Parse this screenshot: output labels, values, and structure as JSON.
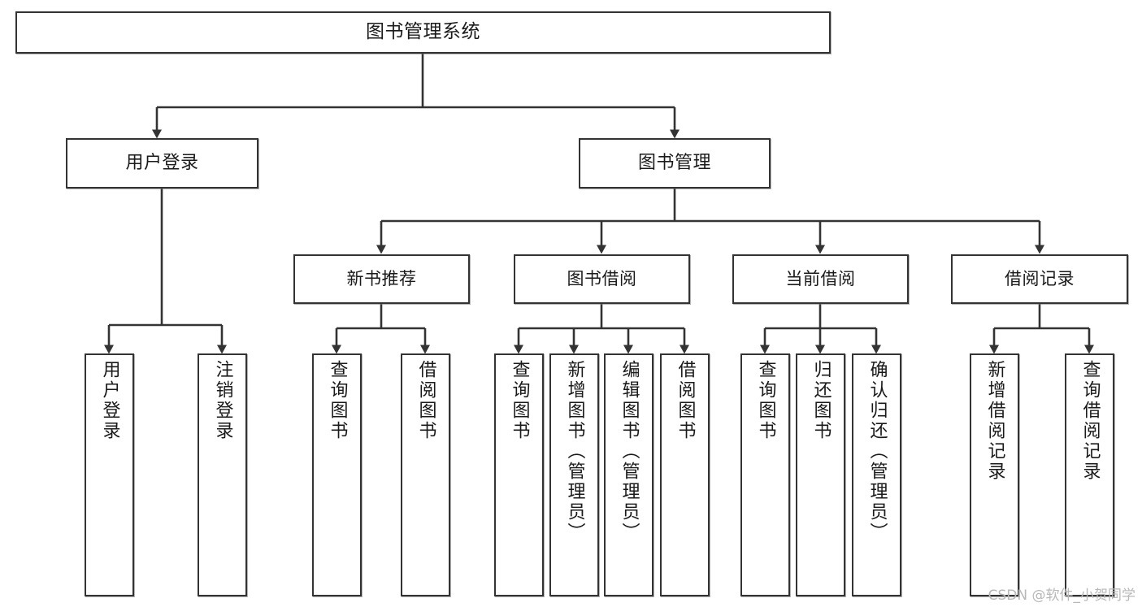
{
  "diagram": {
    "title": "图书管理系统",
    "type": "tree-hierarchy",
    "watermark": "CSDN @软件_小贺同学",
    "colors": {
      "box_border": "#333333",
      "box_fill": "#ffffff",
      "edge": "#333333",
      "text": "#1a1a1a",
      "watermark": "#b8b8b8"
    },
    "root": {
      "label": "图书管理系统"
    },
    "level1": [
      {
        "id": "user-login",
        "label": "用户登录"
      },
      {
        "id": "book-management",
        "label": "图书管理"
      }
    ],
    "level2": [
      {
        "id": "new-book-recommend",
        "label": "新书推荐",
        "parent": "book-management"
      },
      {
        "id": "book-borrow",
        "label": "图书借阅",
        "parent": "book-management"
      },
      {
        "id": "current-borrow",
        "label": "当前借阅",
        "parent": "book-management"
      },
      {
        "id": "borrow-record",
        "label": "借阅记录",
        "parent": "book-management"
      }
    ],
    "leaves": {
      "user-login": [
        {
          "id": "leaf-user-login",
          "label": "用户登录"
        },
        {
          "id": "leaf-logout-login",
          "label": "注销登录"
        }
      ],
      "new-book-recommend": [
        {
          "id": "leaf-query-book-1",
          "label": "查询图书"
        },
        {
          "id": "leaf-borrow-book-1",
          "label": "借阅图书"
        }
      ],
      "book-borrow": [
        {
          "id": "leaf-query-book-2",
          "label": "查询图书"
        },
        {
          "id": "leaf-add-book",
          "label": "新增图书（管理员）"
        },
        {
          "id": "leaf-edit-book",
          "label": "编辑图书（管理员）"
        },
        {
          "id": "leaf-borrow-book-2",
          "label": "借阅图书"
        }
      ],
      "current-borrow": [
        {
          "id": "leaf-query-book-3",
          "label": "查询图书"
        },
        {
          "id": "leaf-return-book",
          "label": "归还图书"
        },
        {
          "id": "leaf-confirm-return",
          "label": "确认归还（管理员）"
        }
      ],
      "borrow-record": [
        {
          "id": "leaf-add-record",
          "label": "新增借阅记录"
        },
        {
          "id": "leaf-query-record",
          "label": "查询借阅记录"
        }
      ]
    }
  }
}
